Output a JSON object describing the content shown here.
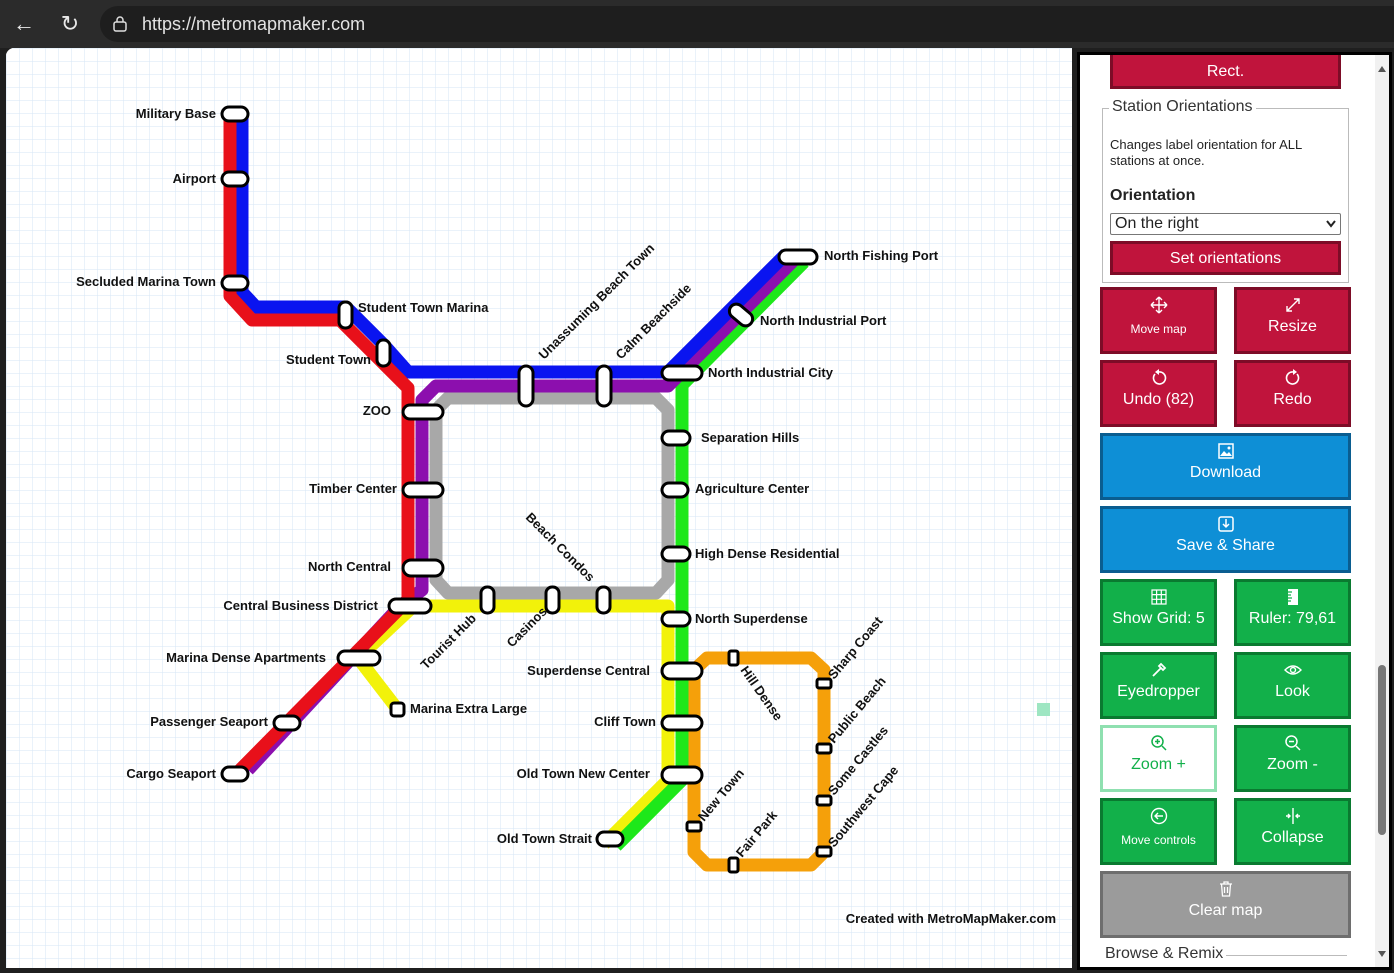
{
  "browser": {
    "url": "https://metromapmaker.com"
  },
  "map": {
    "credit": "Created with MetroMapMaker.com",
    "line_colors": {
      "red": "#e8101a",
      "blue": "#0a14f0",
      "purple": "#8c0fae",
      "green": "#1ee81a",
      "yellow": "#f2f20a",
      "gray": "#a8a8a8",
      "orange": "#f5a00a"
    },
    "stations": {
      "military_base": "Military Base",
      "airport": "Airport",
      "secluded_marina_town": "Secluded Marina Town",
      "student_town_marina": "Student Town Marina",
      "student_town": "Student Town",
      "zoo": "ZOO",
      "timber_center": "Timber Center",
      "north_central": "North Central",
      "central_business_district": "Central Business District",
      "marina_dense_apartments": "Marina Dense Apartments",
      "passenger_seaport": "Passenger Seaport",
      "cargo_seaport": "Cargo Seaport",
      "marina_extra_large": "Marina Extra Large",
      "tourist_hub": "Tourist Hub",
      "casinos": "Casinos",
      "beach_condos": "Beach Condos",
      "unassuming_beach_town": "Unassuming Beach Town",
      "calm_beachside": "Calm Beachside",
      "north_fishing_port": "North Fishing Port",
      "north_industrial_port": "North Industrial Port",
      "north_industrial_city": "North Industrial City",
      "separation_hills": "Separation Hills",
      "agriculture_center": "Agriculture Center",
      "high_dense_residential": "High Dense Residential",
      "north_superdense": "North Superdense",
      "superdense_central": "Superdense Central",
      "cliff_town": "Cliff Town",
      "old_town_new_center": "Old Town New Center",
      "old_town_strait": "Old Town Strait",
      "hill_dense": "Hill Dense",
      "sharp_coast": "Sharp Coast",
      "public_beach": "Public Beach",
      "some_castles": "Some Castles",
      "southwest_cape": "Southwest Cape",
      "new_town": "New Town",
      "fair_park": "Fair Park"
    }
  },
  "panel": {
    "rect_label": "Rect.",
    "station_orientations": {
      "legend": "Station Orientations",
      "description": "Changes label orientation for ALL stations at once.",
      "orientation_heading": "Orientation",
      "orientation_value": "On the right",
      "set_button": "Set orientations"
    },
    "buttons": {
      "move_map": "Move map",
      "resize": "Resize",
      "undo": "Undo (82)",
      "redo": "Redo",
      "download": "Download",
      "save_share": "Save & Share",
      "show_grid": "Show Grid: 5",
      "ruler": "Ruler: 79,61",
      "eyedropper": "Eyedropper",
      "look": "Look",
      "zoom_in": "Zoom +",
      "zoom_out": "Zoom -",
      "move_controls": "Move controls",
      "collapse": "Collapse",
      "clear_map": "Clear map"
    },
    "browse_legend": "Browse & Remix",
    "colors": {
      "red": "#c0143c",
      "blue": "#0e8fd6",
      "green": "#12b04a",
      "gray": "#9b9b9b"
    }
  }
}
